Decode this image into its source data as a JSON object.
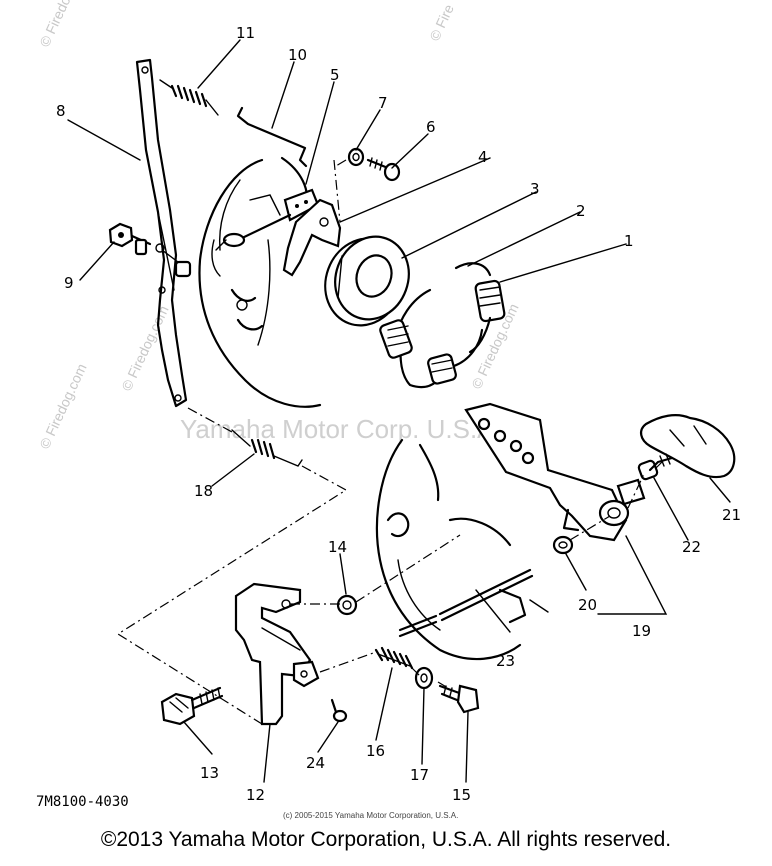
{
  "parts": [
    {
      "id": "1",
      "label": "1"
    },
    {
      "id": "2",
      "label": "2"
    },
    {
      "id": "3",
      "label": "3"
    },
    {
      "id": "4",
      "label": "4"
    },
    {
      "id": "5",
      "label": "5"
    },
    {
      "id": "6",
      "label": "6"
    },
    {
      "id": "7",
      "label": "7"
    },
    {
      "id": "8",
      "label": "8"
    },
    {
      "id": "9",
      "label": "9"
    },
    {
      "id": "10",
      "label": "10"
    },
    {
      "id": "11",
      "label": "11"
    },
    {
      "id": "12",
      "label": "12"
    },
    {
      "id": "13",
      "label": "13"
    },
    {
      "id": "14",
      "label": "14"
    },
    {
      "id": "15",
      "label": "15"
    },
    {
      "id": "16",
      "label": "16"
    },
    {
      "id": "17",
      "label": "17"
    },
    {
      "id": "18",
      "label": "18"
    },
    {
      "id": "19",
      "label": "19"
    },
    {
      "id": "20",
      "label": "20"
    },
    {
      "id": "21",
      "label": "21"
    },
    {
      "id": "22",
      "label": "22"
    },
    {
      "id": "23",
      "label": "23"
    },
    {
      "id": "24",
      "label": "24"
    }
  ],
  "diagram_code": "7M8100-4030",
  "watermarks": {
    "top_right": "© Fire",
    "center": "Yamaha Motor Corp. U.S.A.",
    "side": "© Firedog.com"
  },
  "small_copyright": "(c) 2005-2015 Yamaha Motor Corporation, U.S.A.",
  "footer_copyright": "©2013 Yamaha Motor Corporation, U.S.A. All rights reserved."
}
